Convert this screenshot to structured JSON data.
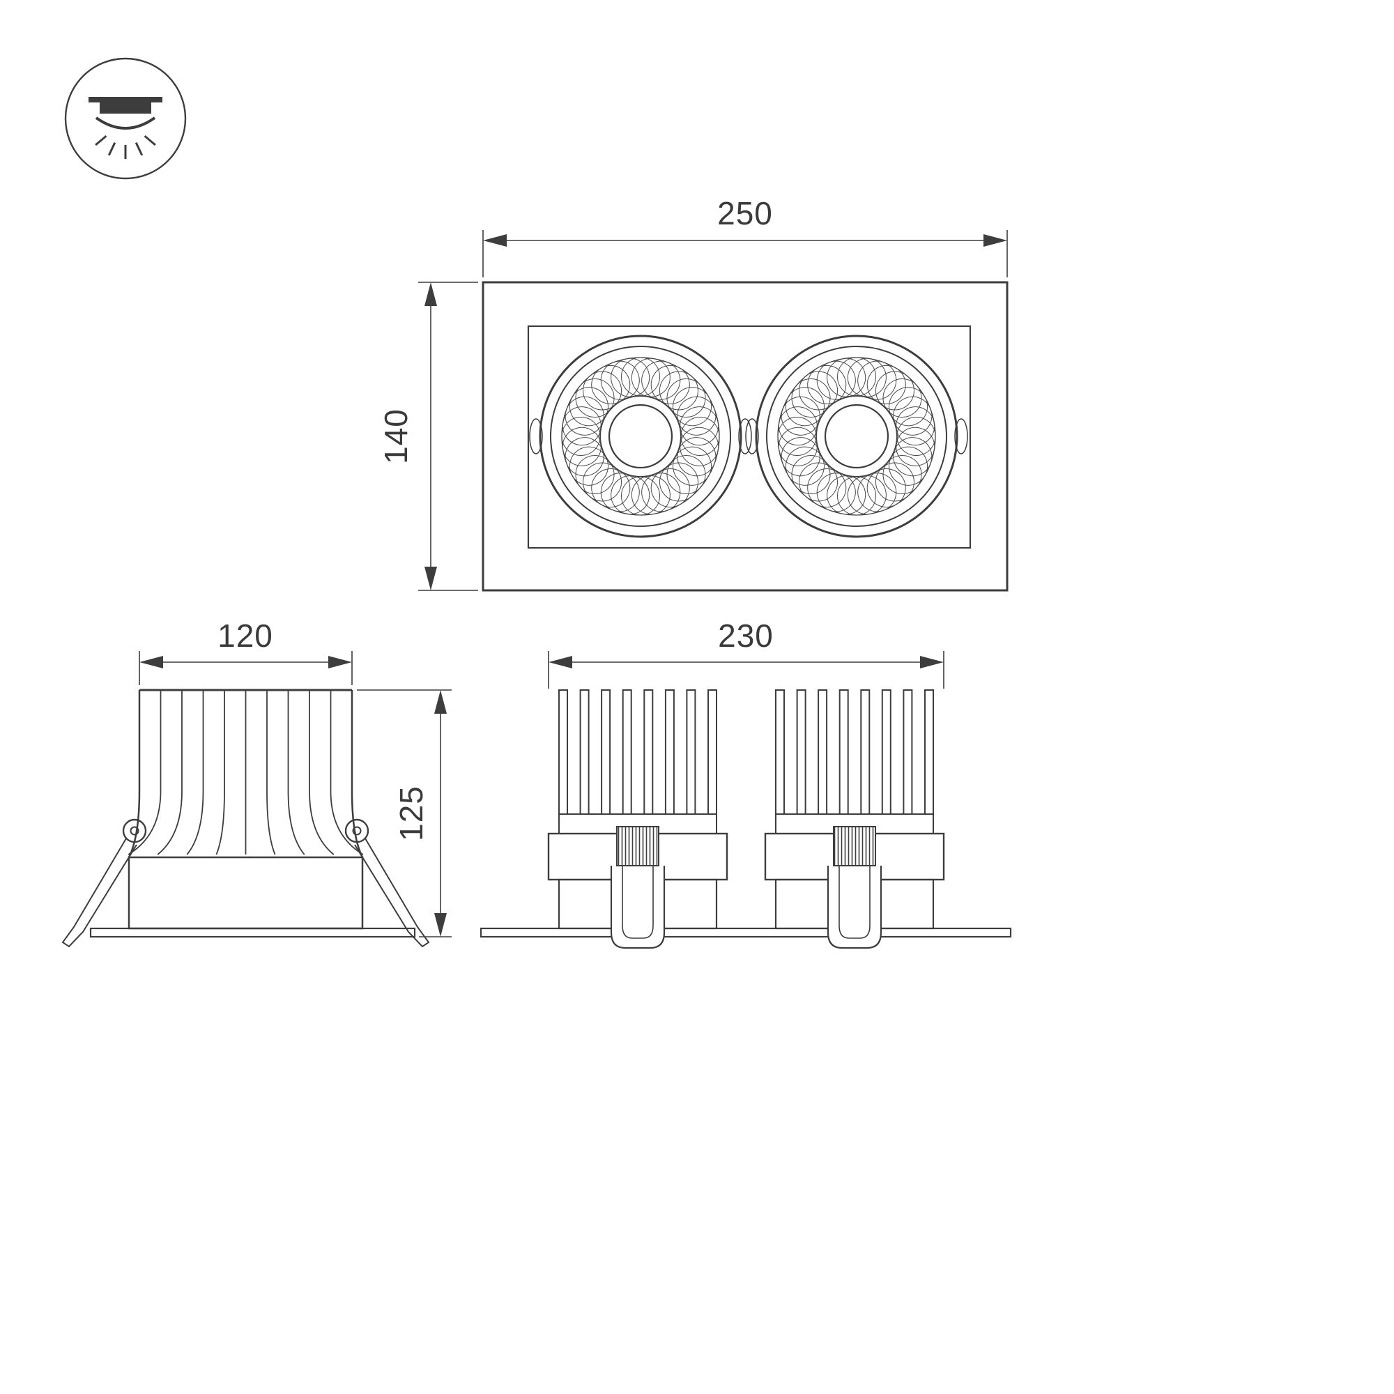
{
  "drawing": {
    "kind": "technical-dimension-drawing",
    "subject": "recessed-double-led-downlight",
    "background": "#ffffff",
    "line_color": "#3d3d3d",
    "text_color": "#3a3a3a",
    "icon": "recessed-downlight-icon"
  },
  "dimensions": {
    "front_width": "250",
    "front_height": "140",
    "side_width": "120",
    "side_height": "125",
    "bottom_width": "230"
  }
}
